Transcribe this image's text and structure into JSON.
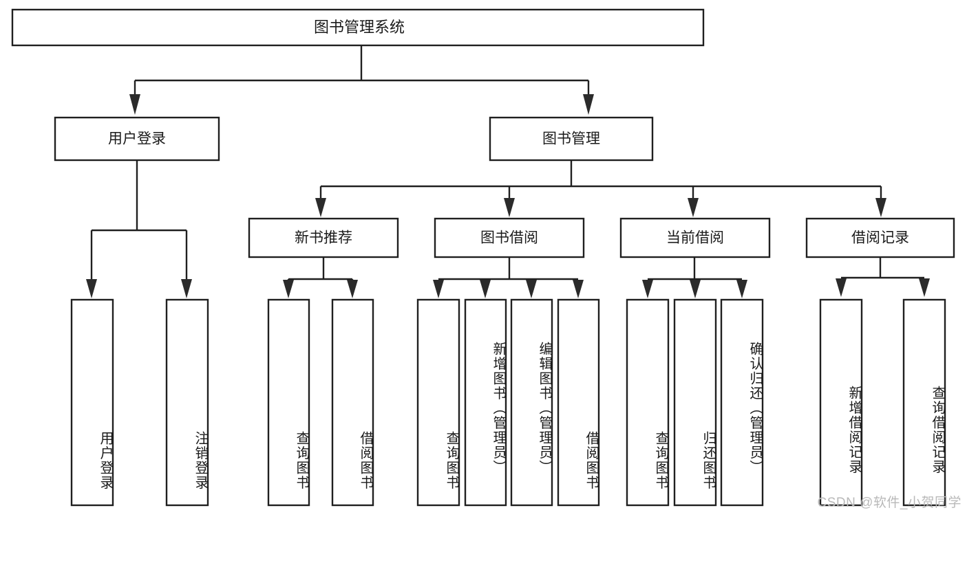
{
  "diagram": {
    "title": "图书管理系统",
    "watermark": "CSDN @软件_小贺同学",
    "stroke_color": "#1f1f1f",
    "fill_color": "#ffffff",
    "text_color": "#1a1a1a",
    "watermark_color": "#b9b9b9",
    "root": {
      "label": "图书管理系统"
    },
    "level2": [
      {
        "label": "用户登录"
      },
      {
        "label": "图书管理"
      }
    ],
    "level3": [
      {
        "label": "新书推荐"
      },
      {
        "label": "图书借阅"
      },
      {
        "label": "当前借阅"
      },
      {
        "label": "借阅记录"
      }
    ],
    "leaves": {
      "user_login": [
        {
          "label": "用户登录"
        },
        {
          "label": "注销登录"
        }
      ],
      "new_book_recommend": [
        {
          "label": "查询图书"
        },
        {
          "label": "借阅图书"
        }
      ],
      "book_borrow": [
        {
          "label": "查询图书"
        },
        {
          "label": "新增图书（管理员）"
        },
        {
          "label": "编辑图书（管理员）"
        },
        {
          "label": "借阅图书"
        }
      ],
      "current_borrow": [
        {
          "label": "查询图书"
        },
        {
          "label": "归还图书"
        },
        {
          "label": "确认归还（管理员）"
        }
      ],
      "borrow_record": [
        {
          "label": "新增借阅记录"
        },
        {
          "label": "查询借阅记录"
        }
      ]
    }
  }
}
